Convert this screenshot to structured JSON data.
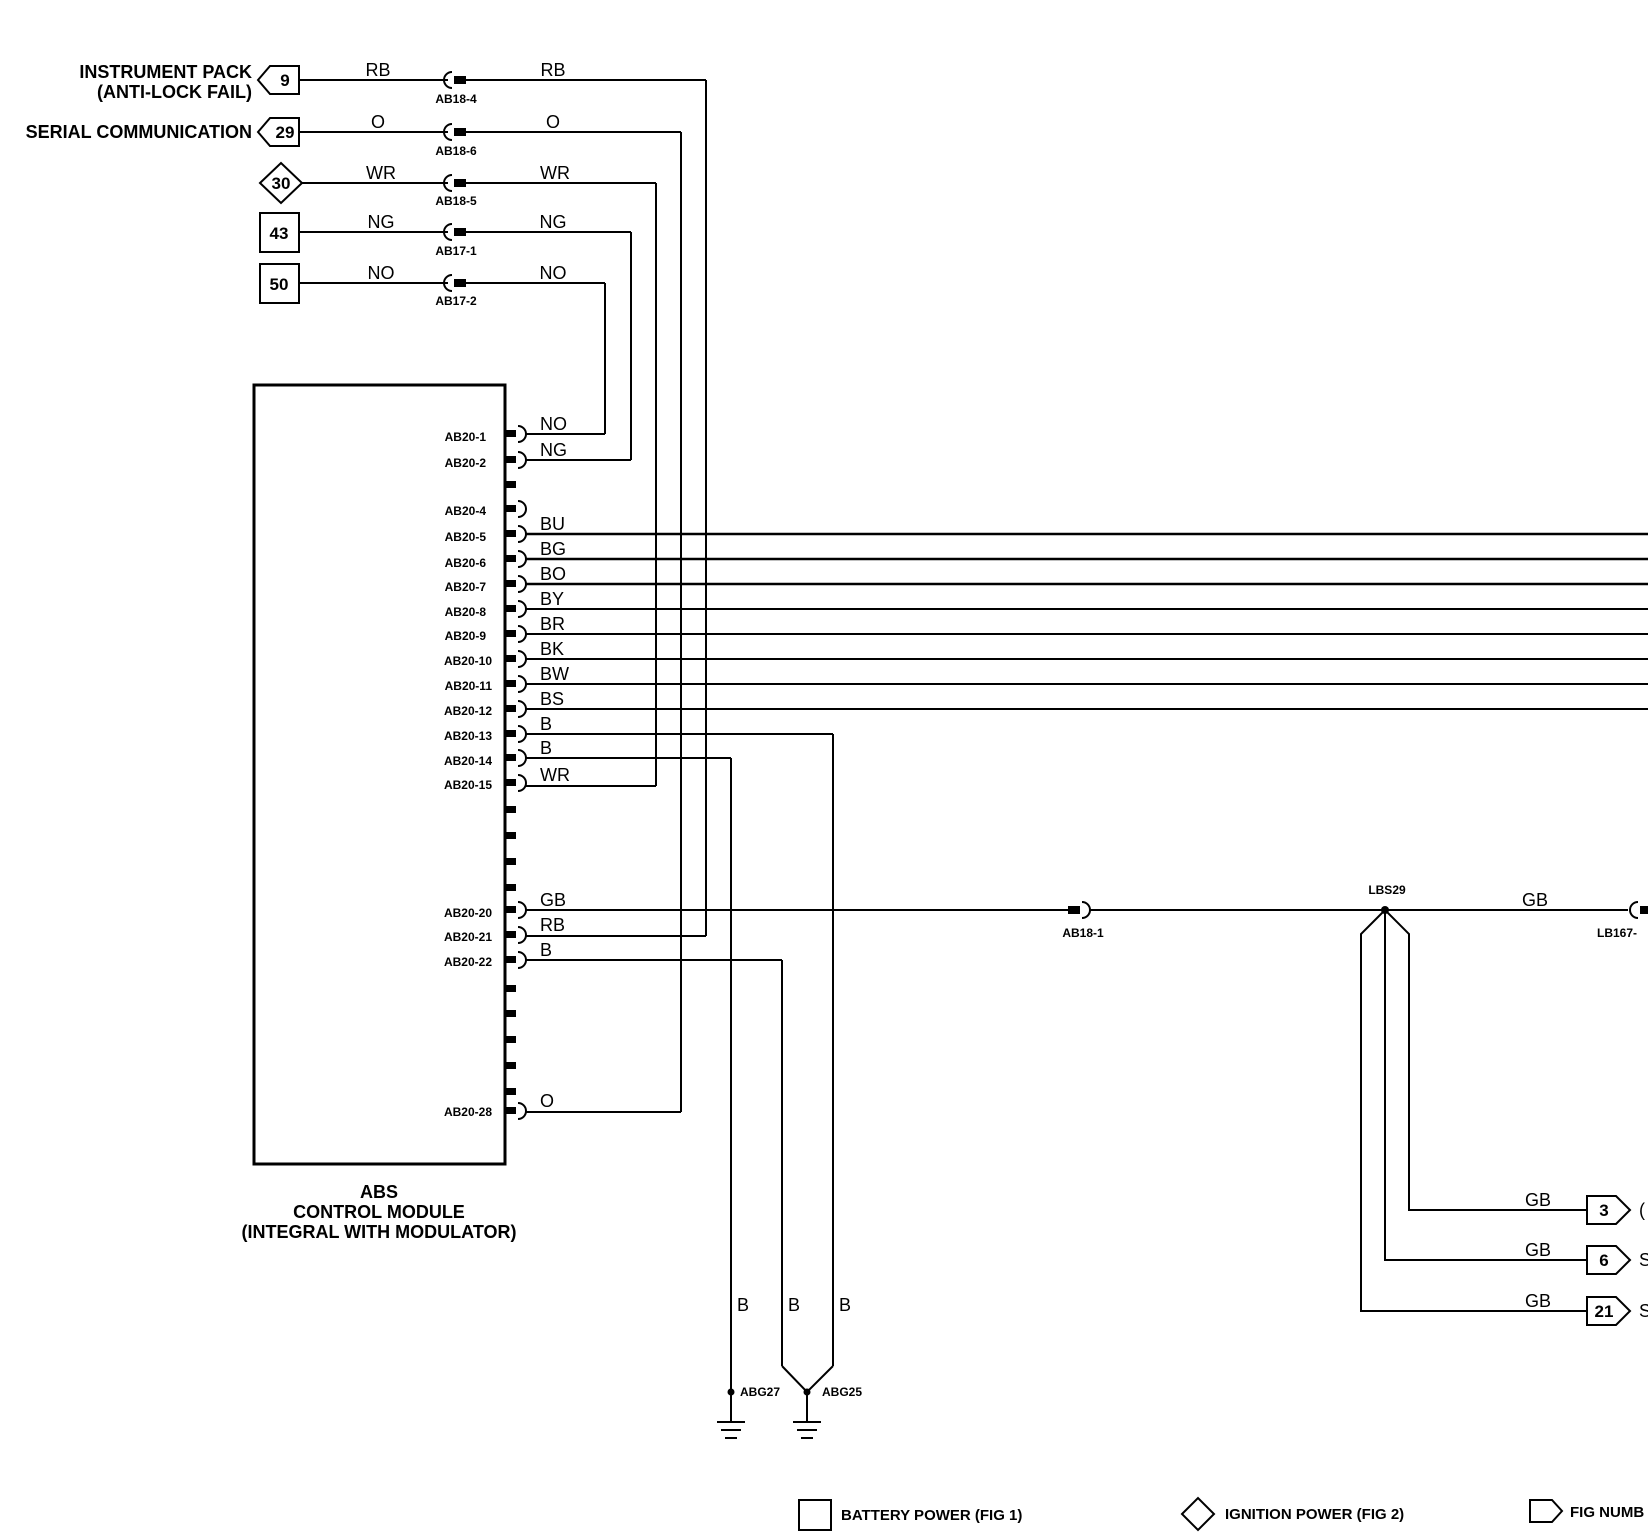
{
  "inputs": [
    {
      "label_lines": [
        "INSTRUMENT PACK",
        "(ANTI-LOCK FAIL)"
      ],
      "fig": "9",
      "symbol": "fig-number",
      "wire_left": "RB",
      "connector": "AB18-4",
      "wire_right": "RB"
    },
    {
      "label_lines": [
        "SERIAL COMMUNICATION"
      ],
      "fig": "29",
      "symbol": "fig-number",
      "wire_left": "O",
      "connector": "AB18-6",
      "wire_right": "O"
    },
    {
      "label_lines": [],
      "fig": "30",
      "symbol": "ignition-power",
      "wire_left": "WR",
      "connector": "AB18-5",
      "wire_right": "WR"
    },
    {
      "label_lines": [],
      "fig": "43",
      "symbol": "battery-power",
      "wire_left": "NG",
      "connector": "AB17-1",
      "wire_right": "NG"
    },
    {
      "label_lines": [],
      "fig": "50",
      "symbol": "battery-power",
      "wire_left": "NO",
      "connector": "AB17-2",
      "wire_right": "NO"
    }
  ],
  "module": {
    "title_lines": [
      "ABS",
      "CONTROL MODULE",
      "(INTEGRAL WITH MODULATOR)"
    ],
    "pins": [
      {
        "pin": "AB20-1",
        "wire": "NO"
      },
      {
        "pin": "AB20-2",
        "wire": "NG"
      },
      {
        "pin": "AB20-4",
        "wire": ""
      },
      {
        "pin": "AB20-5",
        "wire": "BU"
      },
      {
        "pin": "AB20-6",
        "wire": "BG"
      },
      {
        "pin": "AB20-7",
        "wire": "BO"
      },
      {
        "pin": "AB20-8",
        "wire": "BY"
      },
      {
        "pin": "AB20-9",
        "wire": "BR"
      },
      {
        "pin": "AB20-10",
        "wire": "BK"
      },
      {
        "pin": "AB20-11",
        "wire": "BW"
      },
      {
        "pin": "AB20-12",
        "wire": "BS"
      },
      {
        "pin": "AB20-13",
        "wire": "B"
      },
      {
        "pin": "AB20-14",
        "wire": "B"
      },
      {
        "pin": "AB20-15",
        "wire": "WR"
      },
      {
        "pin": "AB20-20",
        "wire": "GB"
      },
      {
        "pin": "AB20-21",
        "wire": "RB"
      },
      {
        "pin": "AB20-22",
        "wire": "B"
      },
      {
        "pin": "AB20-28",
        "wire": "O"
      }
    ]
  },
  "grounds": {
    "wire_labels": [
      "B",
      "B",
      "B"
    ],
    "points": [
      "ABG27",
      "ABG25"
    ]
  },
  "gb_circuit": {
    "connector_left": "AB18-1",
    "splice": "LBS29",
    "wire_top": "GB",
    "connector_right": "LB167-",
    "branches": [
      {
        "wire": "GB",
        "fig": "3",
        "cut_text": "("
      },
      {
        "wire": "GB",
        "fig": "6",
        "cut_text": "S"
      },
      {
        "wire": "GB",
        "fig": "21",
        "cut_text": "S"
      }
    ]
  },
  "legend": [
    {
      "symbol": "battery-power",
      "text": "BATTERY POWER (FIG 1)"
    },
    {
      "symbol": "ignition-power",
      "text": "IGNITION POWER (FIG 2)"
    },
    {
      "symbol": "fig-number",
      "text": "FIG NUMB"
    }
  ]
}
